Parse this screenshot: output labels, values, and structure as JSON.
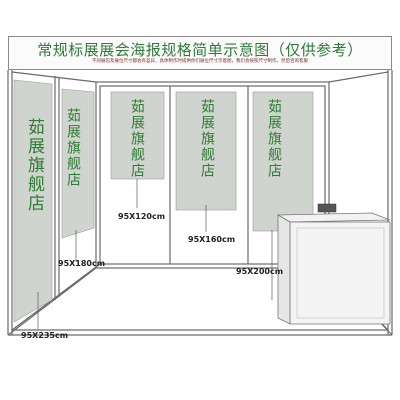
{
  "title": "常规标展展会海报规格简单示意图（仅供参考）",
  "subtitle": "不同展馆及展位尺寸都会有差异，具体制作时提供你们展位尺寸示意图，我们会按照尺寸制作，然后咨询客服",
  "banners": [
    {
      "text": "茹展旗舰店",
      "size": "95X235cm"
    },
    {
      "text": "茹展旗舰店",
      "size": "95X180cm"
    },
    {
      "text": "茹展旗舰店",
      "size": "95X120cm"
    },
    {
      "text": "茹展旗舰店",
      "size": "95X160cm"
    },
    {
      "text": "茹展旗舰店",
      "size": "95X200cm"
    }
  ],
  "colors": {
    "banner_fill": "#cfd4cf",
    "text_green": "#2e7d32",
    "frame": "#6a6a6a",
    "accent": "#2f7a3a"
  },
  "icons": [
    "reception-counter"
  ]
}
